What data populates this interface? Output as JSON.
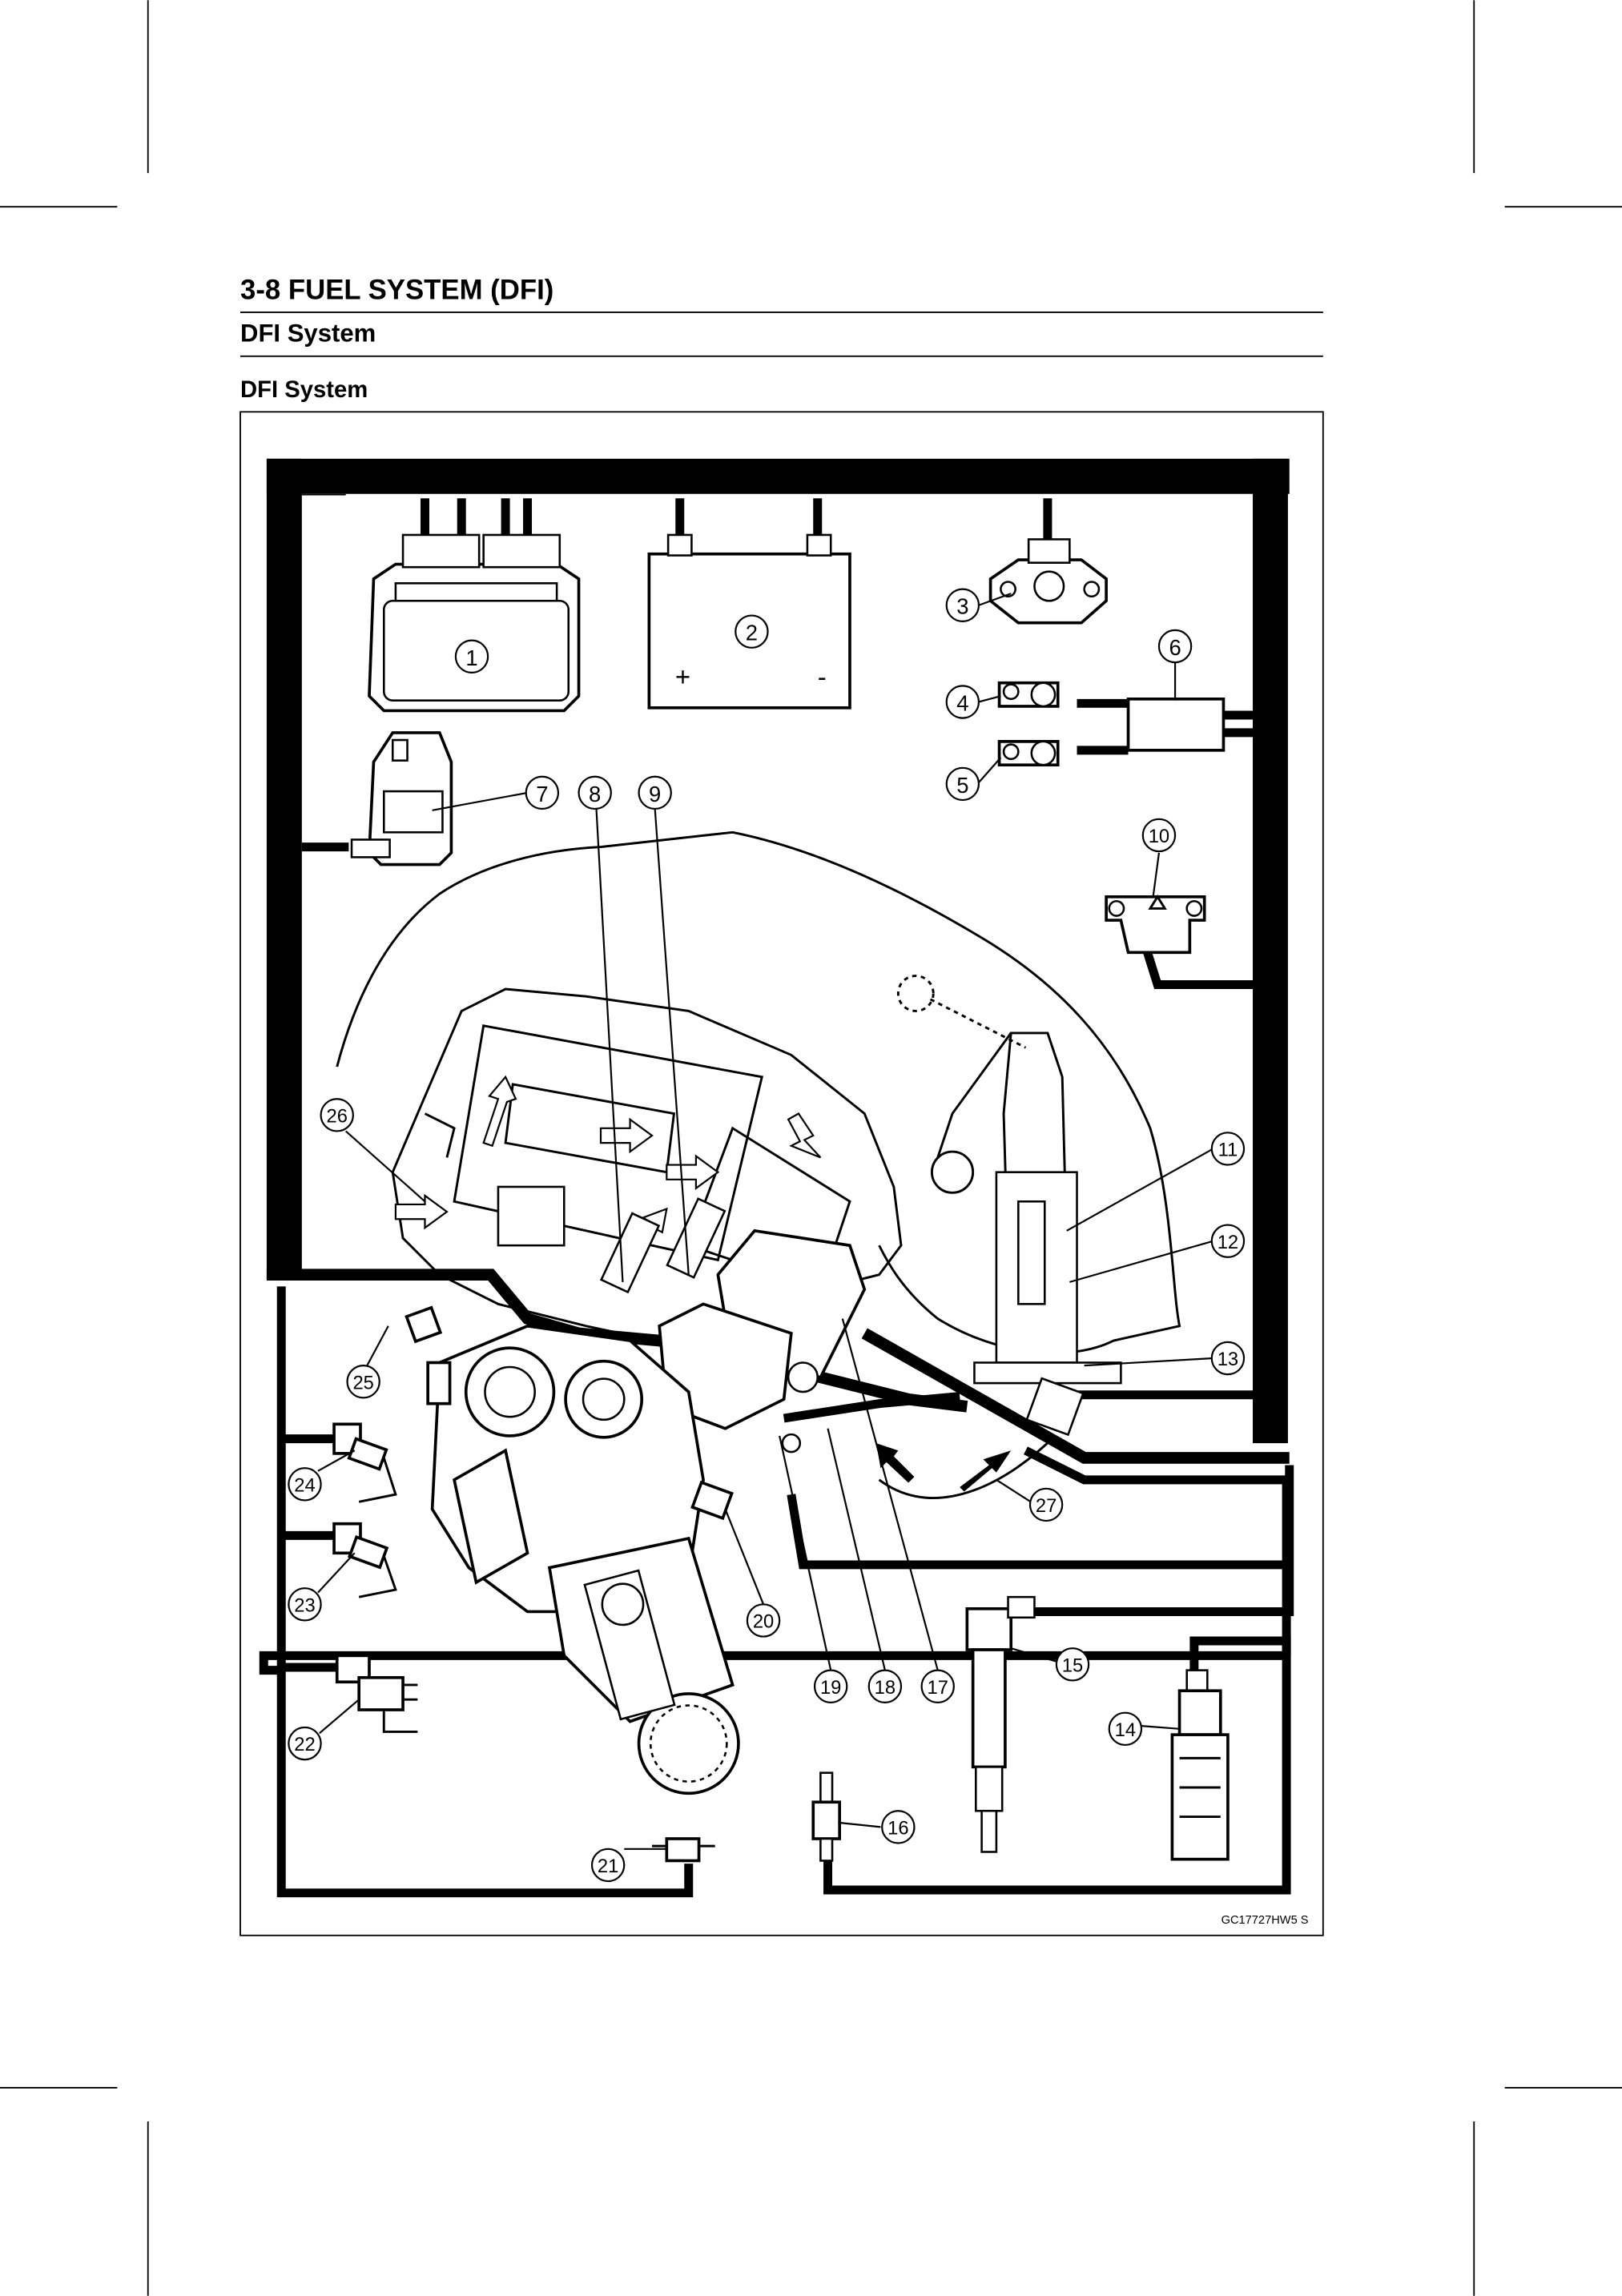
{
  "header": {
    "section_title": "3-8 FUEL SYSTEM (DFI)",
    "subsection_title": "DFI System"
  },
  "figure": {
    "caption": "DFI System",
    "code": "GC17727HW5  S",
    "battery_plus": "+",
    "battery_minus": "-"
  },
  "callouts": [
    "1",
    "2",
    "3",
    "4",
    "5",
    "6",
    "7",
    "8",
    "9",
    "10",
    "11",
    "12",
    "13",
    "14",
    "15",
    "16",
    "17",
    "18",
    "19",
    "20",
    "21",
    "22",
    "23",
    "24",
    "25",
    "26",
    "27"
  ]
}
